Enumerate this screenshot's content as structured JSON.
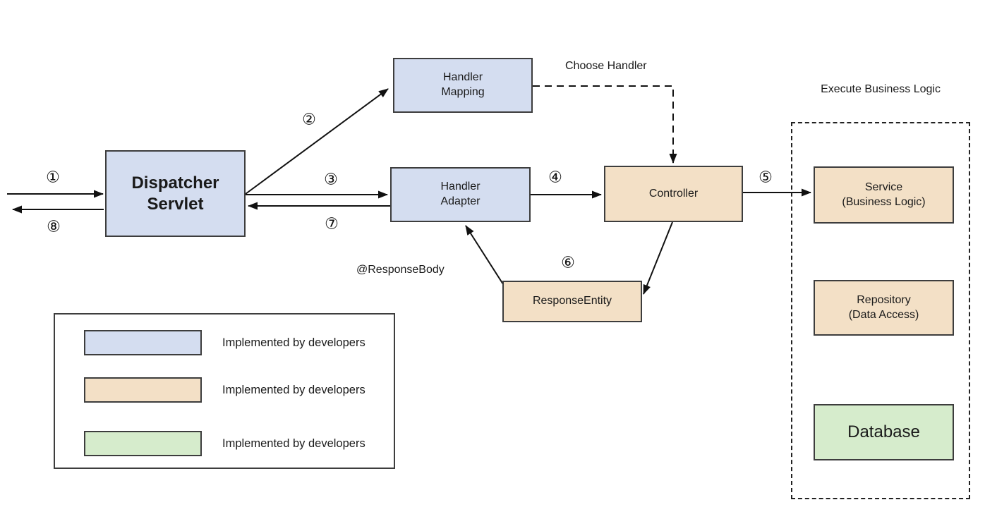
{
  "colors": {
    "node_blue": "#d4ddf0",
    "node_tan": "#f3e0c6",
    "node_green": "#d6eccc",
    "node_border": "#3d3d3d",
    "line": "#111111"
  },
  "nodes": {
    "dispatcher_servlet": {
      "lines": [
        "Dispatcher",
        "Servlet"
      ]
    },
    "handler_mapping": {
      "lines": [
        "Handler",
        "Mapping"
      ]
    },
    "handler_adapter": {
      "lines": [
        "Handler",
        "Adapter"
      ]
    },
    "controller": {
      "lines": [
        "Controller"
      ]
    },
    "response_entity": {
      "lines": [
        "ResponseEntity"
      ]
    },
    "service": {
      "lines": [
        "Service",
        "(Business Logic)"
      ]
    },
    "repository": {
      "lines": [
        "Repository",
        "(Data Access)"
      ]
    },
    "database": {
      "lines": [
        "Database"
      ]
    }
  },
  "annotations": {
    "choose_handler": "Choose Handler",
    "response_body": "@ResponseBody",
    "execute_business_logic": "Execute Business Logic"
  },
  "steps": {
    "s1": "①",
    "s2": "②",
    "s3": "③",
    "s4": "④",
    "s5": "⑤",
    "s6": "⑥",
    "s7": "⑦",
    "s8": "⑧"
  },
  "legend": {
    "items": [
      {
        "color_name": "blue",
        "label": "Implemented by developers"
      },
      {
        "color_name": "tan",
        "label": "Implemented by developers"
      },
      {
        "color_name": "green",
        "label": "Implemented by developers"
      }
    ]
  }
}
